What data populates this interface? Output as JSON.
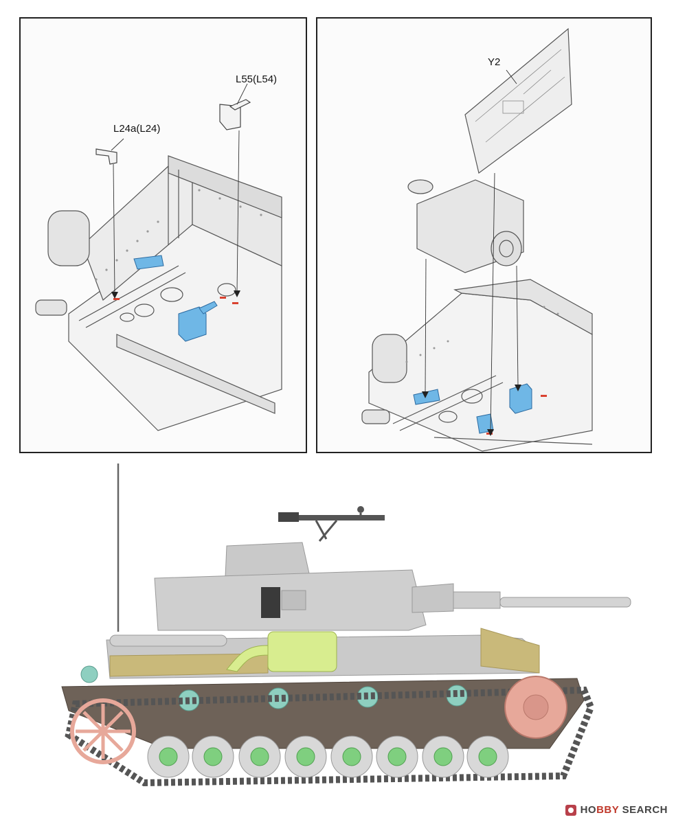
{
  "panels": {
    "left": {
      "labels": {
        "part_a": "L24a(L24)",
        "part_b": "L55(L54)"
      }
    },
    "right": {
      "labels": {
        "part_a": "Y2"
      }
    }
  },
  "watermark": {
    "prefix": "HO",
    "accent": "BBY",
    "suffix": " SEARCH"
  },
  "colors": {
    "highlight_part": "#6fb7e6",
    "locator_mark": "#d9412f",
    "hull_grey": "#cfcfcf",
    "lower_hull": "#6e6258",
    "road_wheel_hub": "#7fcf7f",
    "sprocket": "#e7a89a",
    "return_roller": "#8ecfc0",
    "fender_yellow": "#c9b97a",
    "exhaust_green": "#d8ed8f"
  }
}
